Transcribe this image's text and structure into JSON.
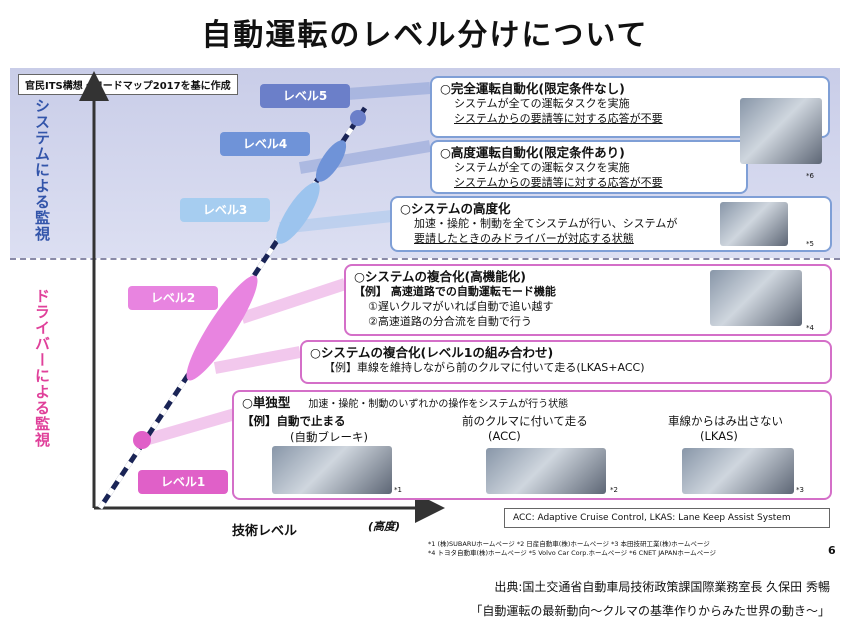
{
  "title": "自動運転のレベル分けについて",
  "source_note": "官民ITS構想・ロードマップ2017を基に作成",
  "axes": {
    "y_system": "システムによる監視",
    "y_driver": "ドライバーによる監視",
    "x_label": "技術レベル",
    "x_sublabel": "(高度)"
  },
  "levels": {
    "l5": "レベル5",
    "l4": "レベル4",
    "l3": "レベル3",
    "l2": "レベル2",
    "l1": "レベル1"
  },
  "boxes": {
    "b5": {
      "heading": "○完全運転自動化(限定条件なし)",
      "line1": "システムが全ての運転タスクを実施",
      "line2": "システムからの要請等に対する応答が不要",
      "note": "*6"
    },
    "b4": {
      "heading": "○高度運転自動化(限定条件あり)",
      "line1": "システムが全ての運転タスクを実施",
      "line2": "システムからの要請等に対する応答が不要"
    },
    "b3": {
      "heading": "○システムの高度化",
      "line1": "加速・操舵・制動を全てシステムが行い、システムが",
      "line2": "要請したときのみドライバーが対応する状態",
      "note": "*5"
    },
    "b2": {
      "heading": "○システムの複合化(高機能化)",
      "line1": "【例】 高速道路での自動運転モード機能",
      "line2": "①遅いクルマがいれば自動で追い越す",
      "line3": "②高速道路の分合流を自動で行う",
      "note": "*4"
    },
    "b2b": {
      "heading": "○システムの複合化(レベル1の組み合わせ)",
      "line1": "【例】車線を維持しながら前のクルマに付いて走る(LKAS+ACC)"
    },
    "b1": {
      "heading": "○単独型",
      "desc": "加速・操舵・制動のいずれかの操作をシステムが行う状態",
      "ex_label": "【例】自動で止まる",
      "ex_sub": "(自動ブレーキ)",
      "c2_label": "前のクルマに付いて走る",
      "c2_sub": "(ACC)",
      "c3_label": "車線からはみ出さない",
      "c3_sub": "(LKAS)",
      "n1": "*1",
      "n2": "*2",
      "n3": "*3"
    }
  },
  "acc_note": "ACC: Adaptive Cruise Control, LKAS: Lane Keep Assist System",
  "credits": {
    "line1": "*1 (株)SUBARUホームページ *2 日産自動車(株)ホームページ *3 本田技研工業(株)ホームページ",
    "line2": "*4 トヨタ自動車(株)ホームページ *5 Volvo Car Corp.ホームページ *6 CNET JAPANホームページ",
    "page": "6"
  },
  "citation": {
    "line1": "出典:国土交通省自動車局技術政策課国際業務室長 久保田 秀暢",
    "line2": "「自動運転の最新動向〜クルマの基準作りからみた世界の動き〜」"
  },
  "colors": {
    "system_band": "#c9cde8",
    "level5": "#6b7fc9",
    "level4": "#6f93d8",
    "level3": "#9cc4ee",
    "level2": "#e884e0",
    "level1": "#e060c8",
    "axis_line": "#2a3a78"
  }
}
